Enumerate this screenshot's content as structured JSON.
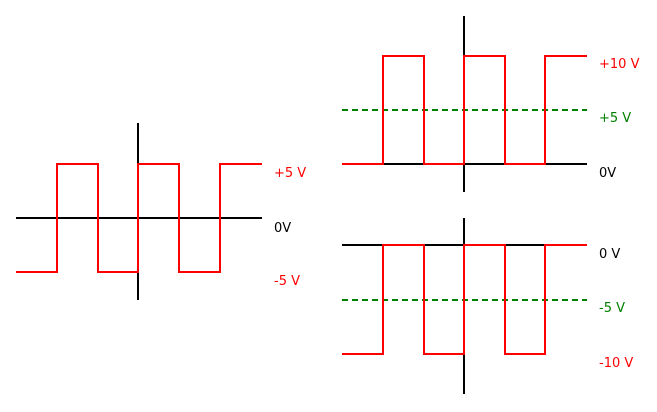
{
  "colors": {
    "axis": "#000000",
    "wave": "#ff0000",
    "offset": "#008000"
  },
  "panels": [
    {
      "name": "bipolar",
      "high_level_v": 5,
      "low_level_v": -5,
      "labels": {
        "high": "+5 V",
        "zero": "0V",
        "low": "-5 V"
      }
    },
    {
      "name": "positive-offset",
      "high_level_v": 10,
      "low_level_v": 0,
      "average_v": 5,
      "labels": {
        "high": "+10 V",
        "avg": "+5 V",
        "zero": "0V"
      }
    },
    {
      "name": "negative-offset",
      "high_level_v": 0,
      "low_level_v": -10,
      "average_v": -5,
      "labels": {
        "zero": "0 V",
        "avg": "-5 V",
        "low": "-10 V"
      }
    }
  ]
}
